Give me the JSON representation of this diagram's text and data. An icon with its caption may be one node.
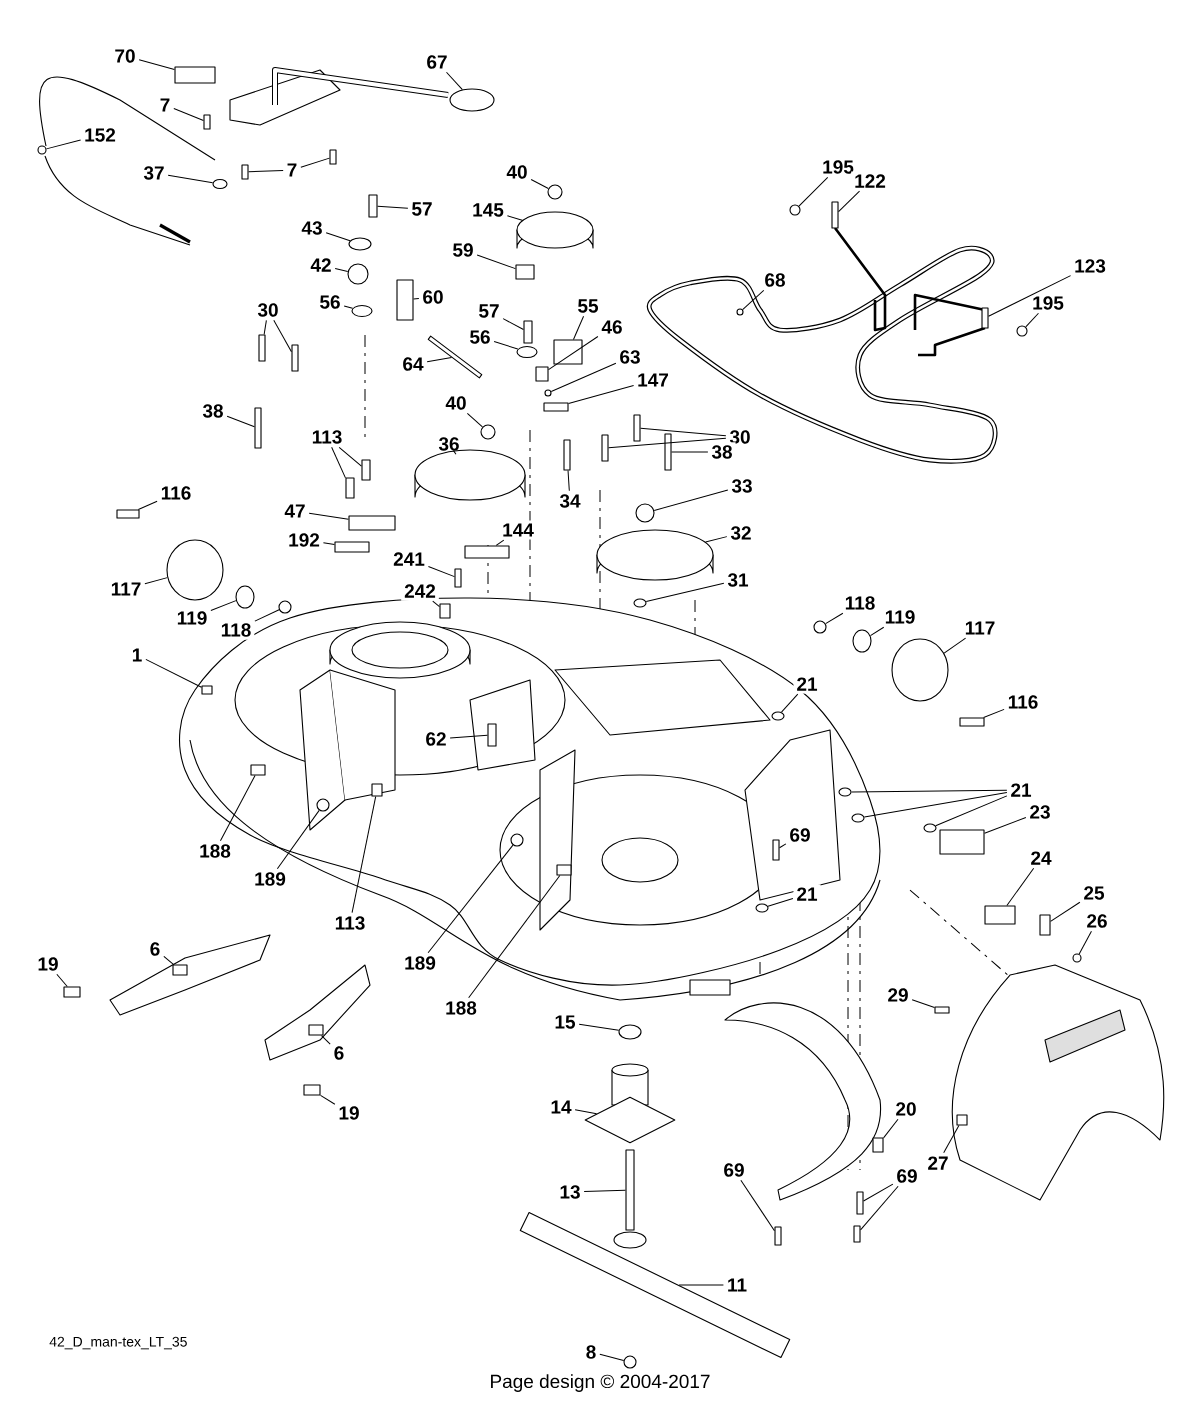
{
  "diagram": {
    "nodes": [
      {
        "text": [
          "70"
        ]
      },
      {
        "text": [
          "67"
        ]
      },
      {
        "text": [
          "7"
        ]
      },
      {
        "text": [
          "152"
        ]
      },
      {
        "text": [
          "7"
        ]
      },
      {
        "text": [
          "37"
        ]
      },
      {
        "text": [
          "57"
        ]
      },
      {
        "text": [
          "43"
        ]
      },
      {
        "text": [
          "42"
        ]
      },
      {
        "text": [
          "56"
        ]
      },
      {
        "text": [
          "60"
        ]
      },
      {
        "text": [
          "64"
        ]
      },
      {
        "text": [
          "30"
        ]
      },
      {
        "text": [
          "38"
        ]
      },
      {
        "text": [
          "40"
        ]
      },
      {
        "text": [
          "145"
        ]
      },
      {
        "text": [
          "59"
        ]
      },
      {
        "text": [
          "57"
        ]
      },
      {
        "text": [
          "55"
        ]
      },
      {
        "text": [
          "56"
        ]
      },
      {
        "text": [
          "46"
        ]
      },
      {
        "text": [
          "63"
        ]
      },
      {
        "text": [
          "147"
        ]
      },
      {
        "text": [
          "30"
        ]
      },
      {
        "text": [
          "38"
        ]
      },
      {
        "text": [
          "40"
        ]
      },
      {
        "text": [
          "36"
        ]
      },
      {
        "text": [
          "34"
        ]
      },
      {
        "text": [
          "33"
        ]
      },
      {
        "text": [
          "32"
        ]
      },
      {
        "text": [
          "31"
        ]
      },
      {
        "text": [
          "113"
        ]
      },
      {
        "text": [
          "116"
        ]
      },
      {
        "text": [
          "47"
        ]
      },
      {
        "text": [
          "192"
        ]
      },
      {
        "text": [
          "144"
        ]
      },
      {
        "text": [
          "241"
        ]
      },
      {
        "text": [
          "242"
        ]
      },
      {
        "text": [
          "117"
        ]
      },
      {
        "text": [
          "119"
        ]
      },
      {
        "text": [
          "118"
        ]
      },
      {
        "text": [
          "118"
        ]
      },
      {
        "text": [
          "119"
        ]
      },
      {
        "text": [
          "117"
        ]
      },
      {
        "text": [
          "116"
        ]
      },
      {
        "text": [
          "1"
        ]
      },
      {
        "text": [
          "62"
        ]
      },
      {
        "text": [
          "21"
        ]
      },
      {
        "text": [
          "21"
        ]
      },
      {
        "text": [
          "23"
        ]
      },
      {
        "text": [
          "69"
        ]
      },
      {
        "text": [
          "24"
        ]
      },
      {
        "text": [
          "25"
        ]
      },
      {
        "text": [
          "21"
        ]
      },
      {
        "text": [
          "26"
        ]
      },
      {
        "text": [
          "188"
        ]
      },
      {
        "text": [
          "189"
        ]
      },
      {
        "text": [
          "113"
        ]
      },
      {
        "text": [
          "189"
        ]
      },
      {
        "text": [
          "188"
        ]
      },
      {
        "text": [
          "6"
        ]
      },
      {
        "text": [
          "19"
        ]
      },
      {
        "text": [
          "29"
        ]
      },
      {
        "text": [
          "6"
        ]
      },
      {
        "text": [
          "19"
        ]
      },
      {
        "text": [
          "15"
        ]
      },
      {
        "text": [
          "20"
        ]
      },
      {
        "text": [
          "14"
        ]
      },
      {
        "text": [
          "69"
        ]
      },
      {
        "text": [
          "69"
        ]
      },
      {
        "text": [
          "27"
        ]
      },
      {
        "text": [
          "13"
        ]
      },
      {
        "text": [
          "11"
        ]
      },
      {
        "text": [
          "8"
        ]
      },
      {
        "text": [
          "68"
        ]
      },
      {
        "text": [
          "195"
        ]
      },
      {
        "text": [
          "122"
        ]
      },
      {
        "text": [
          "123"
        ]
      },
      {
        "text": [
          "195"
        ]
      },
      {
        "text": [],
        "shape": "box"
      },
      {
        "text": [],
        "shape": "ellipse"
      },
      {
        "text": [],
        "shape": "box"
      },
      {
        "text": [],
        "shape": "circle"
      },
      {
        "text": [],
        "shape": "box"
      },
      {
        "text": [],
        "shape": "box"
      },
      {
        "text": [],
        "shape": "ellipse"
      },
      {
        "text": [],
        "shape": "box"
      },
      {
        "text": [],
        "shape": "ellipse"
      },
      {
        "text": [],
        "shape": "circle"
      },
      {
        "text": [],
        "shape": "ellipse"
      },
      {
        "text": [],
        "shape": "box"
      },
      {
        "text": [],
        "shape": "box"
      },
      {
        "text": [],
        "shape": "box"
      },
      {
        "text": [],
        "shape": "box"
      },
      {
        "text": [],
        "shape": "box"
      },
      {
        "text": [],
        "shape": "circle"
      },
      {
        "text": [],
        "shape": "ellipse"
      },
      {
        "text": [],
        "shape": "box"
      },
      {
        "text": [],
        "shape": "box"
      },
      {
        "text": [],
        "shape": "box"
      },
      {
        "text": [],
        "shape": "ellipse"
      },
      {
        "text": [],
        "shape": "box"
      },
      {
        "text": [],
        "shape": "circle"
      },
      {
        "text": [],
        "shape": "box"
      },
      {
        "text": [],
        "shape": "box"
      },
      {
        "text": [],
        "shape": "box"
      },
      {
        "text": [],
        "shape": "box"
      },
      {
        "text": [],
        "shape": "circle"
      },
      {
        "text": [],
        "shape": "ellipse"
      },
      {
        "text": [],
        "shape": "box"
      },
      {
        "text": [],
        "shape": "circle"
      },
      {
        "text": [],
        "shape": "ellipse"
      },
      {
        "text": [],
        "shape": "ellipse"
      },
      {
        "text": [],
        "shape": "box"
      },
      {
        "text": [],
        "shape": "box"
      },
      {
        "text": [],
        "shape": "box"
      },
      {
        "text": [],
        "shape": "box"
      },
      {
        "text": [],
        "shape": "box"
      },
      {
        "text": [],
        "shape": "box"
      },
      {
        "text": [],
        "shape": "box"
      },
      {
        "text": [],
        "shape": "box"
      },
      {
        "text": [],
        "shape": "ellipse"
      },
      {
        "text": [],
        "shape": "ellipse"
      },
      {
        "text": [],
        "shape": "circle"
      },
      {
        "text": [],
        "shape": "circle"
      },
      {
        "text": [],
        "shape": "ellipse"
      },
      {
        "text": [],
        "shape": "ellipse"
      },
      {
        "text": [],
        "shape": "box"
      },
      {
        "text": [],
        "shape": "box"
      },
      {
        "text": [],
        "shape": "box"
      },
      {
        "text": [],
        "shape": "ellipse"
      },
      {
        "text": [],
        "shape": "ellipse"
      },
      {
        "text": [],
        "shape": "ellipse"
      },
      {
        "text": [],
        "shape": "ellipse"
      },
      {
        "text": [],
        "shape": "box"
      },
      {
        "text": [],
        "shape": "box"
      },
      {
        "text": [],
        "shape": "box"
      },
      {
        "text": [],
        "shape": "box"
      },
      {
        "text": [],
        "shape": "ellipse"
      },
      {
        "text": [],
        "shape": "circle"
      },
      {
        "text": [],
        "shape": "box"
      },
      {
        "text": [],
        "shape": "circle"
      },
      {
        "text": [],
        "shape": "box"
      },
      {
        "text": [],
        "shape": "circle"
      },
      {
        "text": [],
        "shape": "box"
      },
      {
        "text": [],
        "shape": "box"
      },
      {
        "text": [],
        "shape": "box"
      },
      {
        "text": [],
        "shape": "box"
      },
      {
        "text": [],
        "shape": "box"
      },
      {
        "text": [],
        "shape": "box"
      },
      {
        "text": [],
        "shape": "ellipse"
      },
      {
        "text": [],
        "shape": "box"
      },
      {
        "text": [],
        "shape": "diamond"
      },
      {
        "text": [],
        "shape": "box"
      },
      {
        "text": [],
        "shape": "box"
      },
      {
        "text": [],
        "shape": "box"
      },
      {
        "text": [],
        "shape": "box"
      },
      {
        "text": [],
        "shape": "box"
      },
      {
        "text": [],
        "shape": "box"
      },
      {
        "text": [],
        "shape": "circle"
      },
      {
        "text": [],
        "shape": "circle"
      },
      {
        "text": [],
        "shape": "circle"
      },
      {
        "text": [],
        "shape": "box"
      },
      {
        "text": [],
        "shape": "box"
      },
      {
        "text": [],
        "shape": "circle"
      }
    ],
    "edges": [
      {
        "from": 0,
        "to": 79,
        "arrow": "none"
      },
      {
        "from": 1,
        "to": 80,
        "arrow": "none"
      },
      {
        "from": 2,
        "to": 81,
        "arrow": "none"
      },
      {
        "from": 3,
        "to": 82,
        "arrow": "none"
      },
      {
        "from": 4,
        "to": 83,
        "arrow": "none"
      },
      {
        "from": 4,
        "to": 84,
        "arrow": "none"
      },
      {
        "from": 5,
        "to": 85,
        "arrow": "none"
      },
      {
        "from": 6,
        "to": 86,
        "arrow": "none"
      },
      {
        "from": 7,
        "to": 87,
        "arrow": "none"
      },
      {
        "from": 8,
        "to": 88,
        "arrow": "none"
      },
      {
        "from": 9,
        "to": 89,
        "arrow": "none"
      },
      {
        "from": 10,
        "to": 90,
        "arrow": "none"
      },
      {
        "from": 11,
        "to": 91,
        "arrow": "none"
      },
      {
        "from": 12,
        "to": 92,
        "arrow": "none"
      },
      {
        "from": 12,
        "to": 93,
        "arrow": "none"
      },
      {
        "from": 13,
        "to": 94,
        "arrow": "none"
      },
      {
        "from": 14,
        "to": 95,
        "arrow": "none"
      },
      {
        "from": 15,
        "to": 96,
        "arrow": "none"
      },
      {
        "from": 16,
        "to": 97,
        "arrow": "none"
      },
      {
        "from": 17,
        "to": 98,
        "arrow": "none"
      },
      {
        "from": 18,
        "to": 99,
        "arrow": "none"
      },
      {
        "from": 19,
        "to": 100,
        "arrow": "none"
      },
      {
        "from": 20,
        "to": 101,
        "arrow": "none"
      },
      {
        "from": 21,
        "to": 102,
        "arrow": "none"
      },
      {
        "from": 22,
        "to": 103,
        "arrow": "none"
      },
      {
        "from": 23,
        "to": 104,
        "arrow": "none"
      },
      {
        "from": 23,
        "to": 105,
        "arrow": "none"
      },
      {
        "from": 24,
        "to": 106,
        "arrow": "none"
      },
      {
        "from": 25,
        "to": 107,
        "arrow": "none"
      },
      {
        "from": 26,
        "to": 108,
        "arrow": "none"
      },
      {
        "from": 27,
        "to": 109,
        "arrow": "none"
      },
      {
        "from": 28,
        "to": 110,
        "arrow": "none"
      },
      {
        "from": 29,
        "to": 111,
        "arrow": "none"
      },
      {
        "from": 30,
        "to": 112,
        "arrow": "none"
      },
      {
        "from": 31,
        "to": 113,
        "arrow": "none"
      },
      {
        "from": 31,
        "to": 114,
        "arrow": "none"
      },
      {
        "from": 32,
        "to": 115,
        "arrow": "none"
      },
      {
        "from": 33,
        "to": 116,
        "arrow": "none"
      },
      {
        "from": 34,
        "to": 117,
        "arrow": "none"
      },
      {
        "from": 35,
        "to": 118,
        "arrow": "none"
      },
      {
        "from": 36,
        "to": 119,
        "arrow": "none"
      },
      {
        "from": 37,
        "to": 120,
        "arrow": "none"
      },
      {
        "from": 38,
        "to": 121,
        "arrow": "none"
      },
      {
        "from": 39,
        "to": 122,
        "arrow": "none"
      },
      {
        "from": 40,
        "to": 123,
        "arrow": "none"
      },
      {
        "from": 41,
        "to": 124,
        "arrow": "none"
      },
      {
        "from": 42,
        "to": 125,
        "arrow": "none"
      },
      {
        "from": 43,
        "to": 126,
        "arrow": "none"
      },
      {
        "from": 44,
        "to": 127,
        "arrow": "none"
      },
      {
        "from": 45,
        "to": 128,
        "arrow": "none"
      },
      {
        "from": 46,
        "to": 129,
        "arrow": "none"
      },
      {
        "from": 47,
        "to": 130,
        "arrow": "none"
      },
      {
        "from": 48,
        "to": 131,
        "arrow": "none"
      },
      {
        "from": 48,
        "to": 132,
        "arrow": "none"
      },
      {
        "from": 48,
        "to": 133,
        "arrow": "none"
      },
      {
        "from": 49,
        "to": 134,
        "arrow": "none"
      },
      {
        "from": 50,
        "to": 135,
        "arrow": "none"
      },
      {
        "from": 51,
        "to": 136,
        "arrow": "none"
      },
      {
        "from": 52,
        "to": 137,
        "arrow": "none"
      },
      {
        "from": 53,
        "to": 138,
        "arrow": "none"
      },
      {
        "from": 54,
        "to": 139,
        "arrow": "none"
      },
      {
        "from": 55,
        "to": 140,
        "arrow": "none"
      },
      {
        "from": 56,
        "to": 141,
        "arrow": "none"
      },
      {
        "from": 57,
        "to": 142,
        "arrow": "none"
      },
      {
        "from": 58,
        "to": 143,
        "arrow": "none"
      },
      {
        "from": 59,
        "to": 144,
        "arrow": "none"
      },
      {
        "from": 60,
        "to": 145,
        "arrow": "none"
      },
      {
        "from": 61,
        "to": 146,
        "arrow": "none"
      },
      {
        "from": 62,
        "to": 147,
        "arrow": "none"
      },
      {
        "from": 63,
        "to": 148,
        "arrow": "none"
      },
      {
        "from": 64,
        "to": 149,
        "arrow": "none"
      },
      {
        "from": 65,
        "to": 150,
        "arrow": "none"
      },
      {
        "from": 66,
        "to": 151,
        "arrow": "none"
      },
      {
        "from": 67,
        "to": 152,
        "arrow": "none"
      },
      {
        "from": 68,
        "to": 153,
        "arrow": "none"
      },
      {
        "from": 69,
        "to": 154,
        "arrow": "none"
      },
      {
        "from": 69,
        "to": 155,
        "arrow": "none"
      },
      {
        "from": 70,
        "to": 156,
        "arrow": "none"
      },
      {
        "from": 71,
        "to": 157,
        "arrow": "none"
      },
      {
        "from": 72,
        "to": 158,
        "arrow": "none"
      },
      {
        "from": 73,
        "to": 159,
        "arrow": "none"
      },
      {
        "from": 74,
        "to": 160,
        "arrow": "none"
      },
      {
        "from": 75,
        "to": 161,
        "arrow": "none"
      },
      {
        "from": 76,
        "to": 162,
        "arrow": "none"
      },
      {
        "from": 77,
        "to": 163,
        "arrow": "none"
      },
      {
        "from": 78,
        "to": 164,
        "arrow": "none"
      }
    ],
    "labels": [
      "42_D_man-tex_LT_35",
      "Page design © 2004-2017"
    ]
  }
}
